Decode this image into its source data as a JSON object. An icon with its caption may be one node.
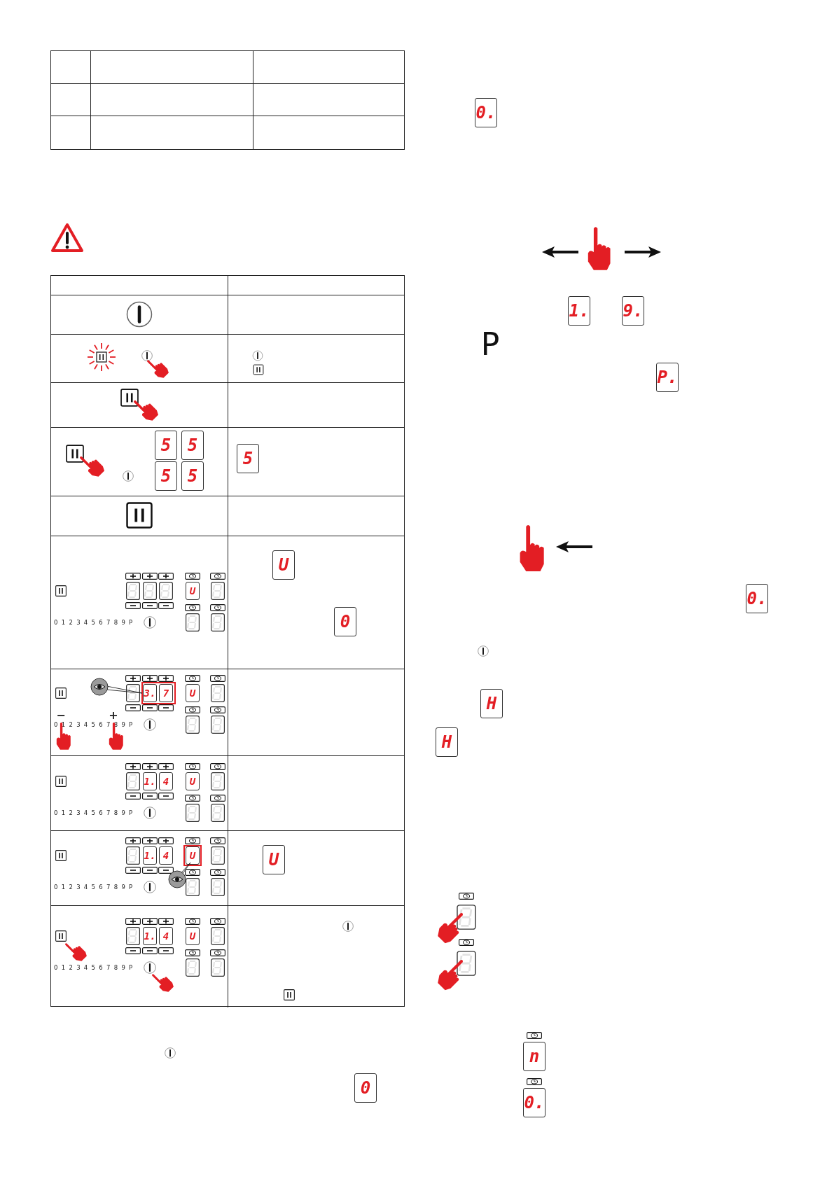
{
  "diagram": {
    "labels": [
      "5",
      "5",
      "5",
      "5",
      "5",
      "U",
      "0 1 2 3 4 5 6 7 8 9 P",
      "U",
      "0",
      "3.",
      "7",
      "U",
      "−",
      "+",
      "0 1 2 3 4 5 6 7 8 9 P",
      "1.",
      "4",
      "U",
      "0 1 2 3 4 5 6 7 8 9 P",
      "1.",
      "4",
      "U",
      "0 1 2 3 4 5 6 7 8 9 P",
      "U",
      "1.",
      "4",
      "U",
      "0 1 2 3 4 5 6 7 8 9 P",
      "0",
      "0.",
      "1.",
      "9.",
      "P",
      "P.",
      "0.",
      "H",
      "H",
      "n",
      "0."
    ]
  }
}
